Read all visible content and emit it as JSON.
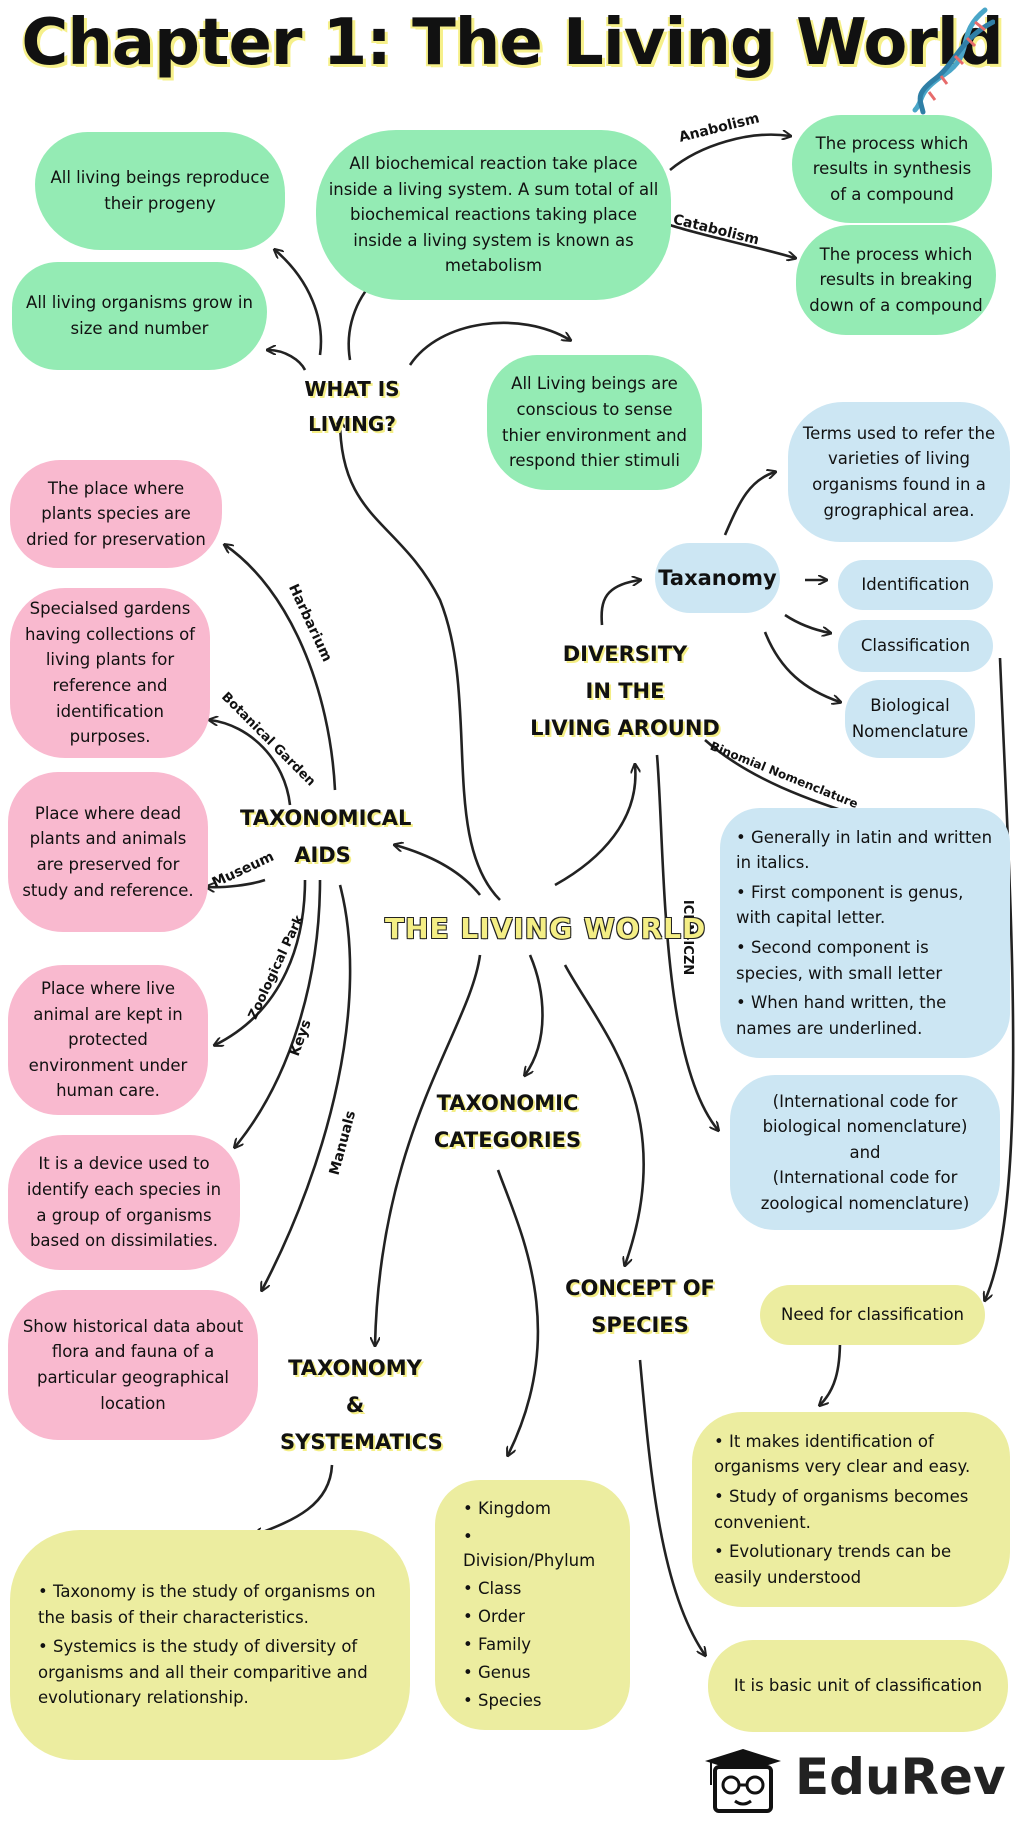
{
  "title": "Chapter 1: The Living World",
  "center": "THE LIVING WORLD",
  "what_is_living": {
    "hub": "WHAT IS LIVING?",
    "reproduce": "All living beings reproduce their progeny",
    "grow": "All living organisms grow in size and number",
    "metabolism": "All biochemical reaction take place inside a living system. A sum total of all biochemical reactions taking place inside a living system is known as metabolism",
    "anabolism_label": "Anabolism",
    "anabolism": "The process which results in synthesis of a compound",
    "catabolism_label": "Catabolism",
    "catabolism": "The process which results in breaking down of a compound",
    "conscious": "All Living beings are conscious to sense thier environment and respond thier stimuli"
  },
  "diversity": {
    "hub_line1": "DIVERSITY",
    "hub_line2": "IN THE",
    "hub_line3": "LIVING AROUND",
    "taxanomy": "Taxanomy",
    "terms": "Terms used to refer the varieties of living organisms found in a grographical area.",
    "identification": "Identification",
    "classification": "Classification",
    "biological_nomenclature": "Biological Nomenclature",
    "binomial_label": "Binomial Nomenclature",
    "binomial_points": [
      "• Generally in latin and written in italics.",
      "• First component is genus, with capital letter.",
      "• Second component is species, with small letter",
      "• When hand written, the names are underlined."
    ],
    "icbn_label": "ICBN-ICZN",
    "icbn_line1": "(International code for biological nomenclature)",
    "icbn_and": "and",
    "icbn_line2": "(International code for zoological nomenclature)",
    "need": "Need for classification",
    "need_points": [
      "• It makes identification of organisms very clear and easy.",
      "• Study of organisms becomes convenient.",
      "• Evolutionary trends can be easily understood"
    ]
  },
  "aids": {
    "hub_line1": "TAXONOMICAL",
    "hub_line2": "AIDS",
    "herbarium_label": "Harbarium",
    "herbarium": "The place where plants species are dried for preservation",
    "botanical_label": "Botanical Garden",
    "botanical": "Specialsed gardens having collections of living plants for reference and identification purposes.",
    "museum_label": "Museum",
    "museum": "Place where dead plants and animals are preserved for study and reference.",
    "zoo_label": "Zoological Park",
    "zoo": "Place where live animal are kept in protected environment under human care.",
    "keys_label": "Keys",
    "keys": "It is a device used to identify each species in a group of organisms based on dissimilaties.",
    "manuals_label": "Manuals",
    "manuals": "Show historical data about flora and fauna of a particular geographical location"
  },
  "categories": {
    "hub_line1": "TAXONOMIC",
    "hub_line2": "CATEGORIES",
    "items": [
      "Kingdom",
      "Division/Phylum",
      "Class",
      "Order",
      "Family",
      "Genus",
      "Species"
    ]
  },
  "systematics": {
    "hub_line1": "TAXONOMY",
    "hub_line2": "&",
    "hub_line3": "SYSTEMATICS",
    "points": [
      "• Taxonomy is the study of organisms on the basis of their characteristics.",
      "• Systemics is the study of diversity of organisms and all their comparitive  and evolutionary relationship."
    ]
  },
  "species": {
    "hub_line1": "CONCEPT OF",
    "hub_line2": "SPECIES",
    "text": "It is basic unit of classification"
  },
  "brand": "EduRev",
  "colors": {
    "green": "#94ebb4",
    "blue": "#cce6f3",
    "pink": "#f9b9cf",
    "yellow": "#eceda0",
    "highlight": "#f4ee85"
  }
}
